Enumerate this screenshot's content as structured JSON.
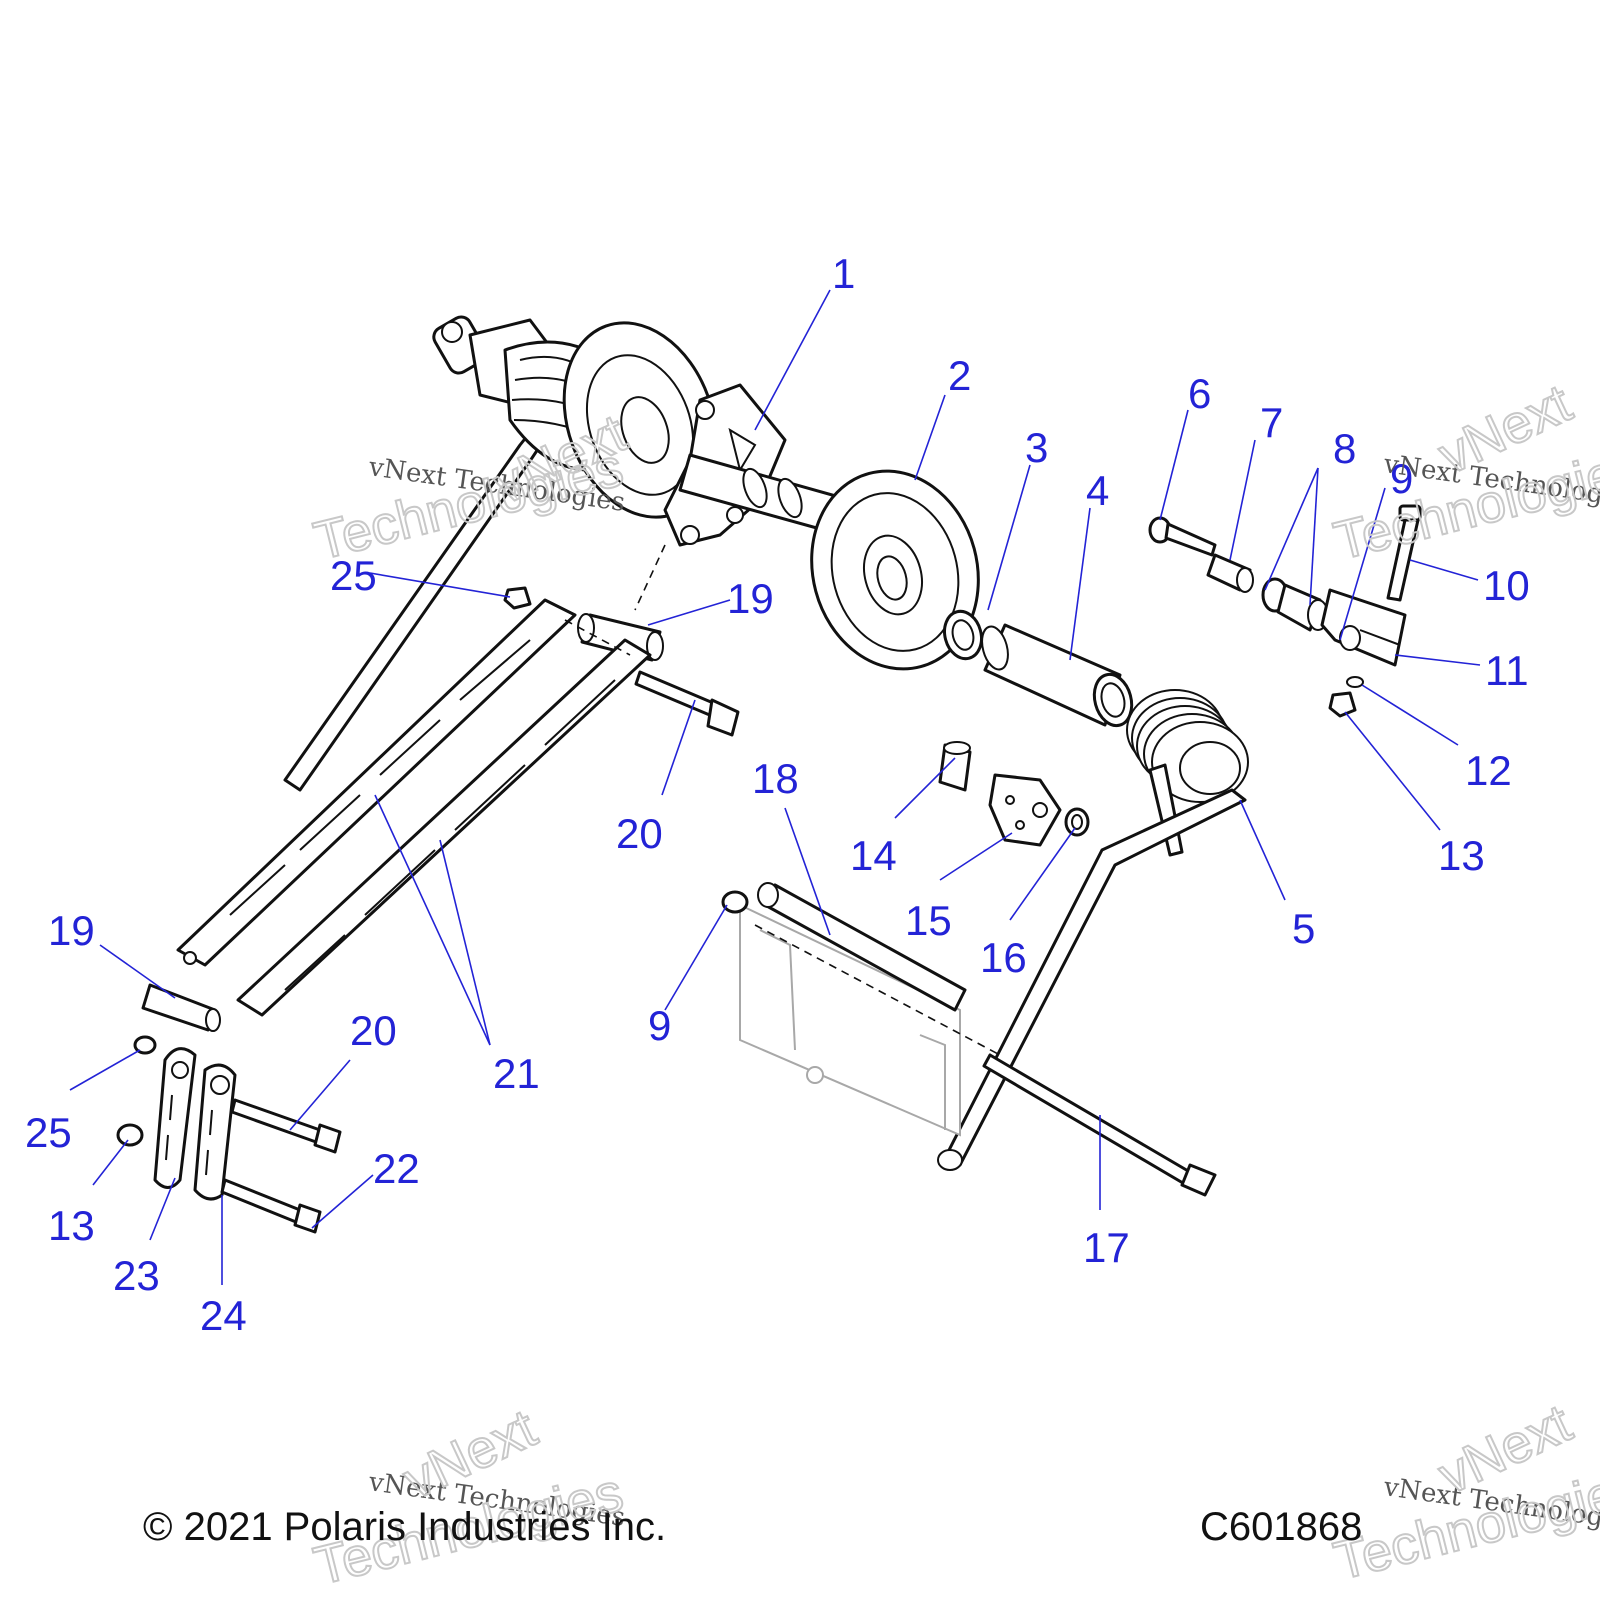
{
  "callouts": [
    {
      "id": "c1",
      "text": "1"
    },
    {
      "id": "c2",
      "text": "2"
    },
    {
      "id": "c3",
      "text": "3"
    },
    {
      "id": "c4",
      "text": "4"
    },
    {
      "id": "c5",
      "text": "5"
    },
    {
      "id": "c6",
      "text": "6"
    },
    {
      "id": "c7",
      "text": "7"
    },
    {
      "id": "c8",
      "text": "8"
    },
    {
      "id": "c9a",
      "text": "9"
    },
    {
      "id": "c9b",
      "text": "9"
    },
    {
      "id": "c10",
      "text": "10"
    },
    {
      "id": "c11",
      "text": "11"
    },
    {
      "id": "c12",
      "text": "12"
    },
    {
      "id": "c13a",
      "text": "13"
    },
    {
      "id": "c13b",
      "text": "13"
    },
    {
      "id": "c14",
      "text": "14"
    },
    {
      "id": "c15",
      "text": "15"
    },
    {
      "id": "c16",
      "text": "16"
    },
    {
      "id": "c17",
      "text": "17"
    },
    {
      "id": "c18",
      "text": "18"
    },
    {
      "id": "c19a",
      "text": "19"
    },
    {
      "id": "c19b",
      "text": "19"
    },
    {
      "id": "c20a",
      "text": "20"
    },
    {
      "id": "c20b",
      "text": "20"
    },
    {
      "id": "c21",
      "text": "21"
    },
    {
      "id": "c22",
      "text": "22"
    },
    {
      "id": "c23",
      "text": "23"
    },
    {
      "id": "c24",
      "text": "24"
    },
    {
      "id": "c25a",
      "text": "25"
    },
    {
      "id": "c25b",
      "text": "25"
    }
  ],
  "footer": {
    "copyright": "© 2021 Polaris Industries Inc.",
    "drawing_number": "C601868"
  },
  "watermark": {
    "line1": "vNext Technologies",
    "line2": "vNext",
    "line3": "Technologies"
  },
  "colors": {
    "callout": "#2323d6",
    "linework": "#111111"
  }
}
